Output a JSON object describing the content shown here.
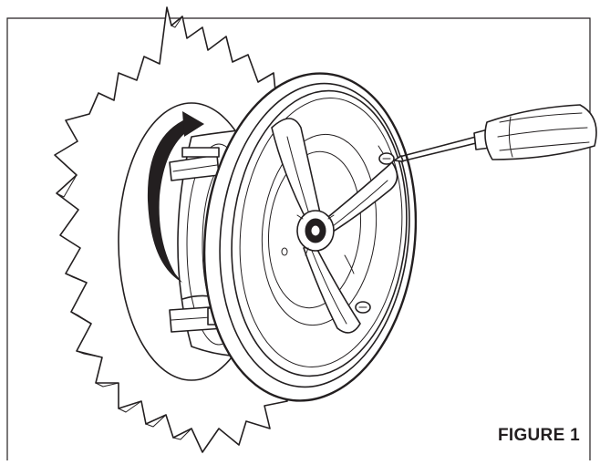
{
  "figure": {
    "label": "FIGURE 1",
    "ink_color": "#231f20",
    "background_color": "#ffffff",
    "parts": [
      "wall-cutout",
      "speaker-baffle",
      "speaker-grille-frame",
      "mounting-dog-screw",
      "rotation-arrow",
      "phillips-screwdriver"
    ]
  }
}
